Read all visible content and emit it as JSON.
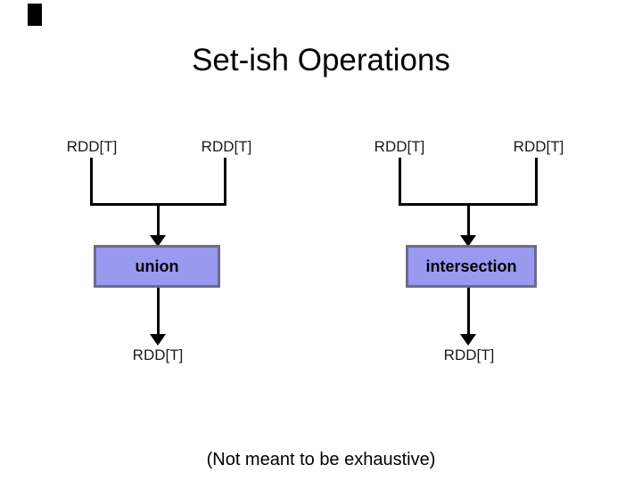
{
  "slide": {
    "title": "Set-ish Operations",
    "caption": "(Not meant to be exhaustive)",
    "groups": [
      {
        "operation": "union",
        "inputs": [
          "RDD[T]",
          "RDD[T]"
        ],
        "output": "RDD[T]"
      },
      {
        "operation": "intersection",
        "inputs": [
          "RDD[T]",
          "RDD[T]"
        ],
        "output": "RDD[T]"
      }
    ],
    "colors": {
      "box_fill": "#9999f0",
      "box_border": "#6b6b91",
      "line": "#000000",
      "text": "#000000"
    }
  }
}
